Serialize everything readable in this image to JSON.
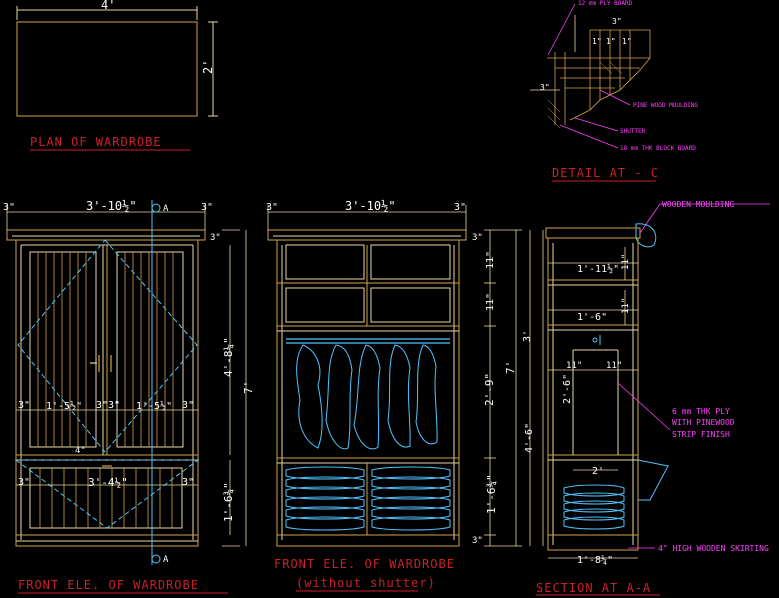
{
  "titles": {
    "plan": "PLAN OF WARDROBE",
    "detail": "DETAIL AT - C",
    "front": "FRONT ELE. OF WARDROBE",
    "front_no_shutter": "FRONT ELE. OF WARDROBE",
    "without_shutter": "(without shutter)",
    "section": "SECTION AT A-A"
  },
  "plan_dims": {
    "width": "4'",
    "depth": "2'"
  },
  "detail_labels": {
    "ply": "12 mm PLY BOARD",
    "pine": "PINE WOOD MOULDING",
    "shutter": "SHUTTER",
    "block": "18 mm THK BLOCK BOARD",
    "d_3a": "3\"",
    "d_3b": "3\"",
    "d_q1": "1\"",
    "d_q2": "1\"",
    "d_q3": "1\""
  },
  "front_dims": {
    "overall_w": "3'-10½\"",
    "left_edge": "3\"",
    "right_edge": "3\"",
    "height": "7'",
    "upper_h": "4'-8¼\"",
    "lower_h": "1'-6¾\"",
    "top_h": "3\"",
    "panel_a": "1'-5½\"",
    "panel_b": "1'-5½\"",
    "stile_l": "3\"",
    "stile_m": "3\"",
    "stile_m2": "3\"",
    "stile_r": "3\"",
    "lower_w": "3'-4½\"",
    "lower_l": "3\"",
    "lower_r": "3\"",
    "mid": "4\"",
    "section_mark_top": "A",
    "section_mark_bot": "A"
  },
  "front2_dims": {
    "overall_w": "3'-10½\"",
    "left_edge": "3\"",
    "right_edge": "3\"",
    "height": "7'",
    "h_top": "11\"",
    "h_top2": "11\"",
    "h_hang": "2'-9\"",
    "h_bottom": "1'-6¾\"",
    "h_trim": "3\"",
    "h_base": "3\""
  },
  "section_dims": {
    "moulding": "WOODEN MOULDING",
    "shelf1": "1'-11½\"",
    "shelf2": "1'-6\"",
    "h1": "11\"",
    "h2": "11\"",
    "rod_l": "11\"",
    "rod_r": "11\"",
    "rail": "2'-6\"",
    "depth": "2'",
    "height": "3'",
    "total": "4'-6\"",
    "base": "1'-8¼\"",
    "ply_note_1": "6 mm THK PLY",
    "ply_note_2": "WITH PINEWOOD",
    "ply_note_3": "STRIP FINISH",
    "skirting": "4\" HIGH WOODEN SKIRTING"
  },
  "colors": {
    "background": "#000000",
    "outline": "#d4a24a",
    "inner": "#e8d7a0",
    "dimension": "#ffffff",
    "dim_line": "#e8d7a0",
    "cyan": "#4fc3ff",
    "magenta": "#ff40ff",
    "title": "#c8202c"
  }
}
